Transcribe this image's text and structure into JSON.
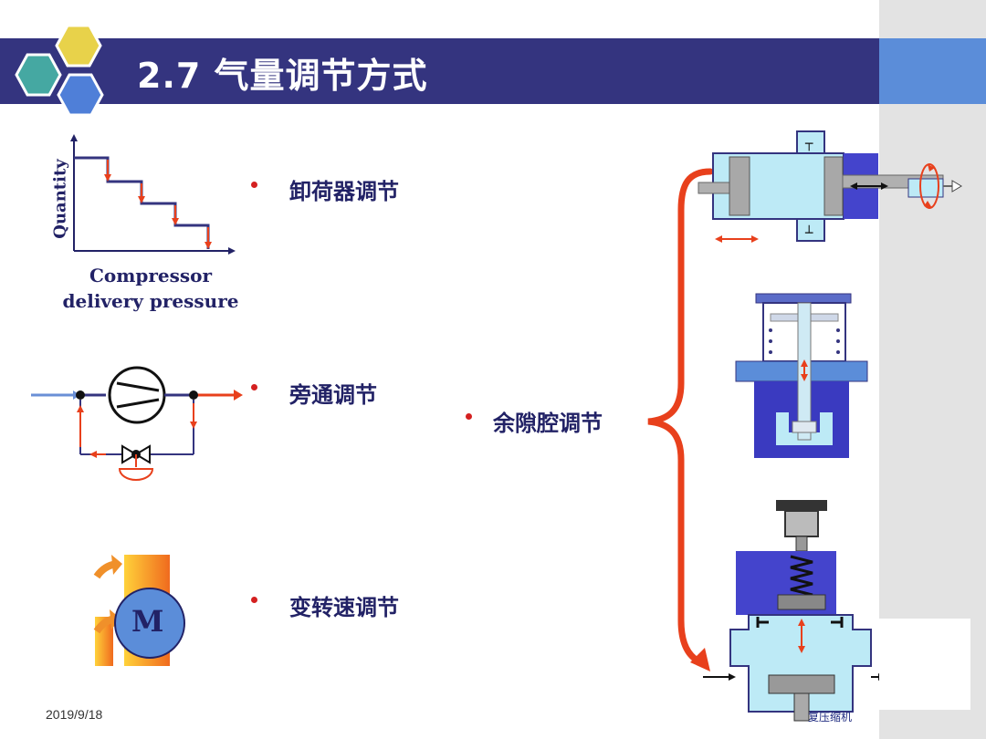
{
  "title": "2.7 气量调节方式",
  "items": {
    "unloader": "卸荷器调节",
    "bypass": "旁通调节",
    "speed": "变转速调节",
    "clearance": "余隙腔调节"
  },
  "step_chart": {
    "ylabel": "Quantity",
    "xlabel_line1": "Compressor",
    "xlabel_line2": "delivery pressure"
  },
  "motor_letter": "M",
  "footer": {
    "date": "2019/9/18",
    "right_text": "复压缩机"
  },
  "colors": {
    "title_bar": "#34347f",
    "accent_red": "#e8401c",
    "text_navy": "#222266",
    "bullet": "#d42020"
  }
}
